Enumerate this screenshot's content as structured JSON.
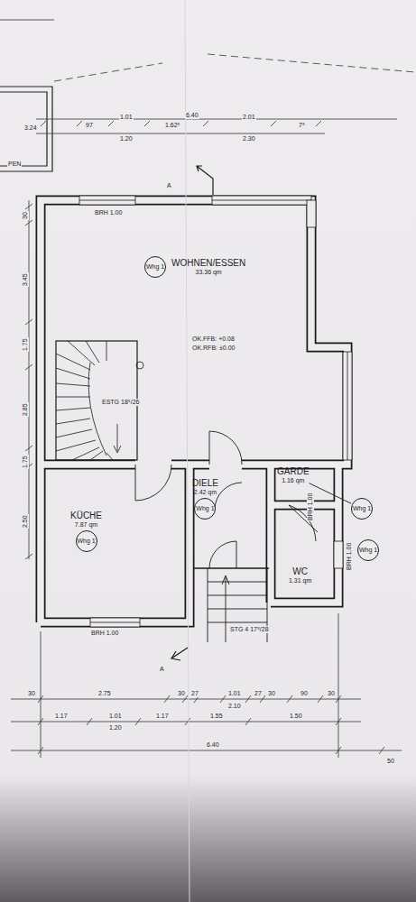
{
  "diagram": {
    "nodes": [
      {
        "text": [
          "WOHNEN/ESSEN",
          "33.36 qm"
        ]
      },
      {
        "text": [
          "Whg 1"
        ],
        "in": 0
      },
      {
        "text": [
          "KÜCHE",
          "7.87 qm"
        ]
      },
      {
        "text": [
          "Whg 1"
        ],
        "in": 2
      },
      {
        "text": [
          "DIELE",
          "2.42 qm"
        ]
      },
      {
        "text": [
          "Whg 1"
        ],
        "in": 4
      },
      {
        "text": [
          "GARDE",
          "1.16 qm"
        ]
      },
      {
        "text": [
          "WC",
          "1.31 qm"
        ]
      },
      {
        "text": [
          "Whg 1"
        ]
      },
      {
        "text": [
          "Whg 1"
        ]
      }
    ],
    "edges": [
      {
        "from": 8,
        "to": 6,
        "arrow": "none"
      }
    ],
    "labels": [
      "6.40",
      "97",
      "1.01",
      "1.20",
      "1.62⁵",
      "2.01",
      "2.30",
      "7⁵",
      "3.24",
      "PEN",
      "A",
      "BRH 1.00",
      "30",
      "3.45",
      "1.75",
      "2.85",
      "1.75",
      "2.50",
      "OK.FFB: +0.08",
      "OK.RFB: ±0.00",
      "ESTG 18⁵/26",
      "BRH 1.00",
      "BRH 1.00",
      "BRH 1.00",
      "STG 4 17⁵/28",
      "A",
      "30",
      "2.75",
      "30",
      "27",
      "1.01",
      "2.10",
      "27",
      "30",
      "90",
      "30",
      "1.17",
      "1.01",
      "1.20",
      "1.17",
      "1.55",
      "1.50",
      "6.40",
      "50"
    ]
  }
}
